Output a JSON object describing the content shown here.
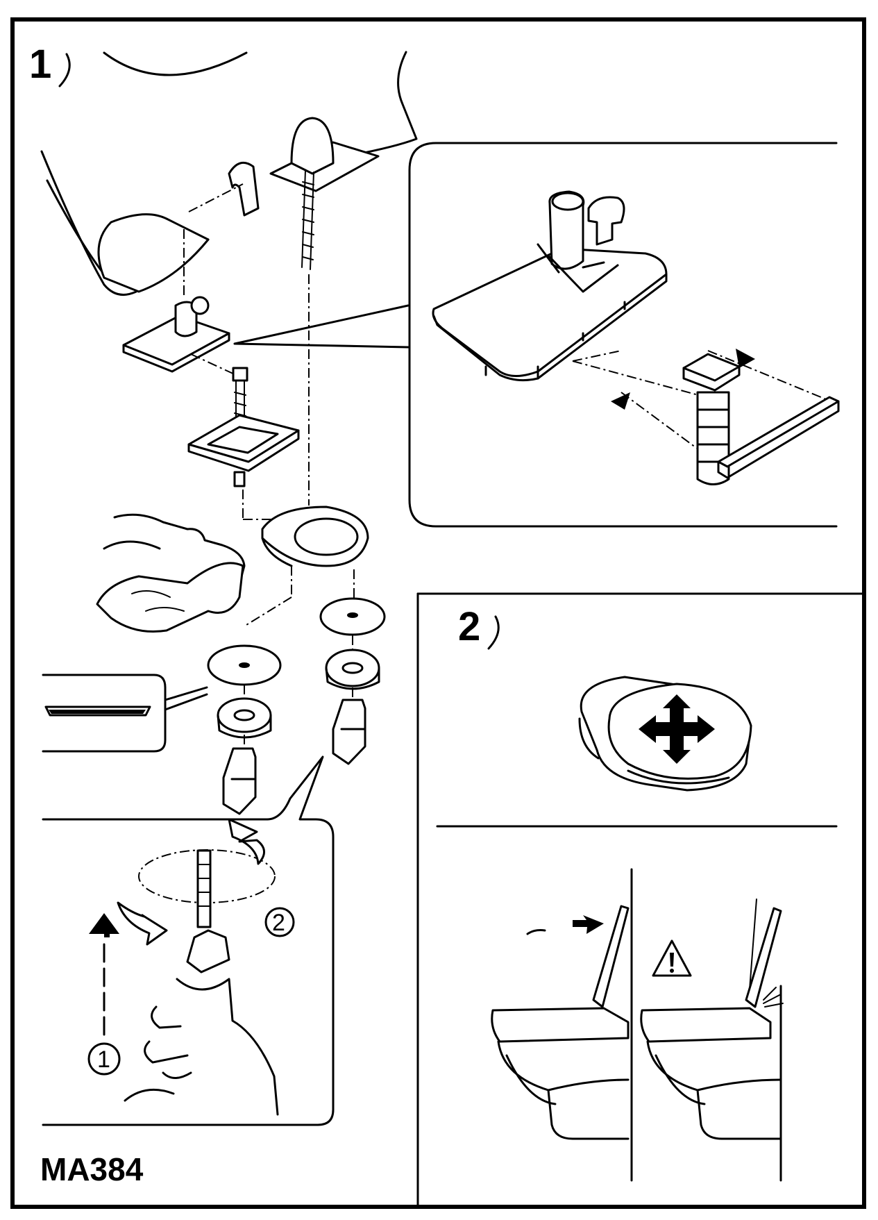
{
  "manual": {
    "code": "MA384",
    "steps": [
      {
        "label": "1"
      },
      {
        "label": "2"
      }
    ],
    "callout_markers": [
      "1",
      "2"
    ]
  }
}
